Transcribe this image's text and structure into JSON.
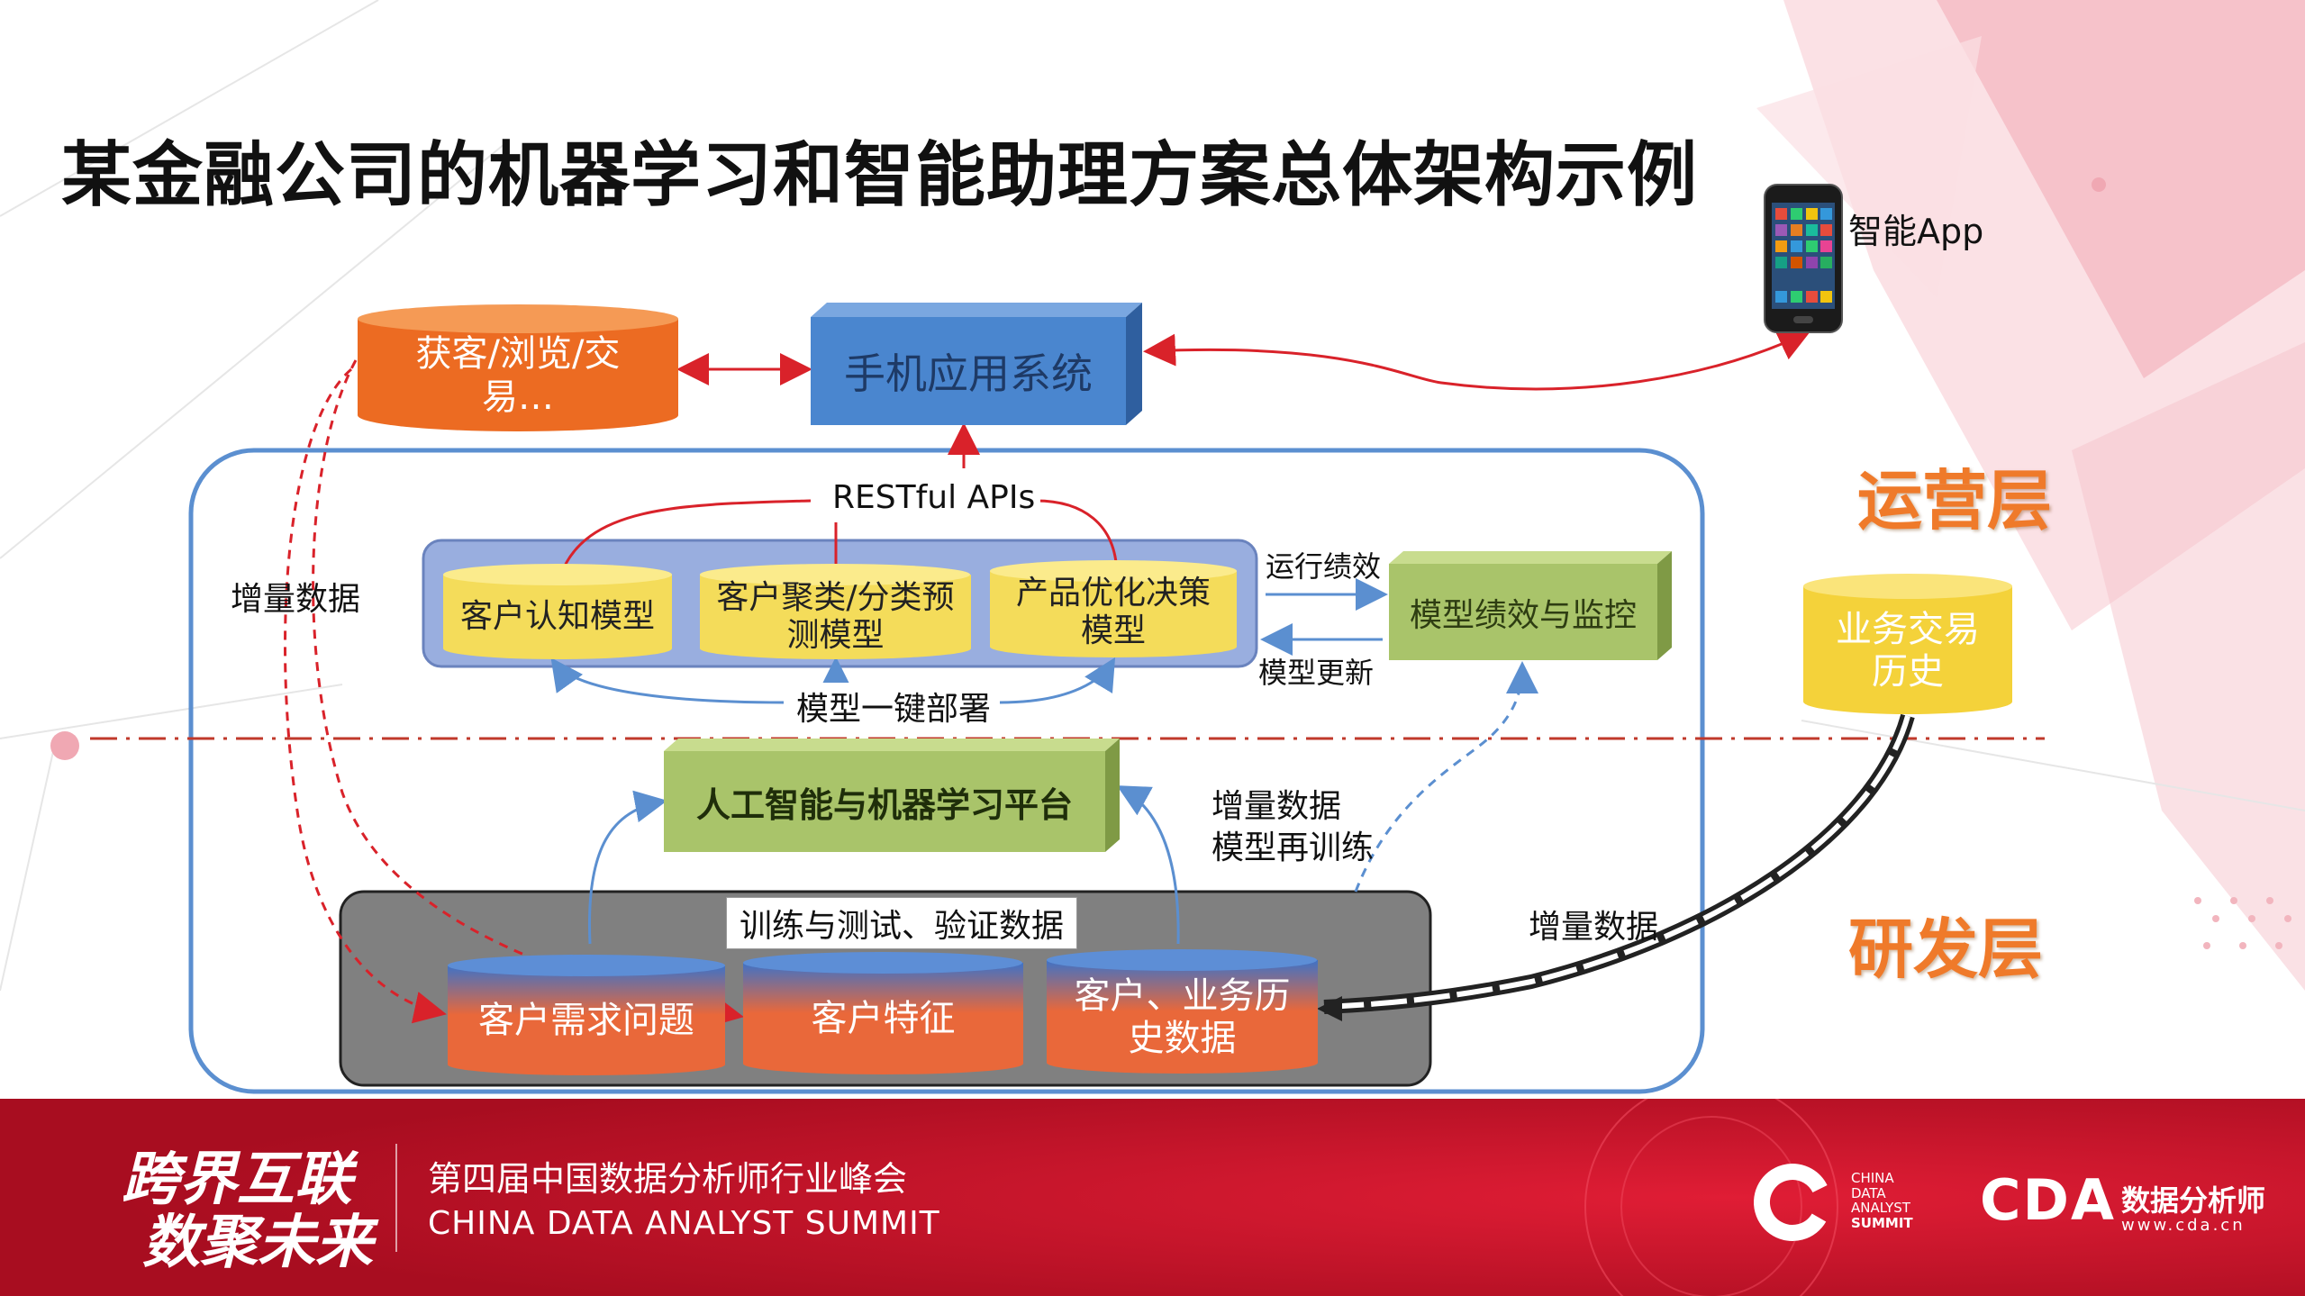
{
  "title": "某金融公司的机器学习和智能助理方案总体架构示例",
  "app": {
    "label": "智能App"
  },
  "nodes": {
    "acquire": "获客/浏览/交易…",
    "mobile_system": "手机应用系统",
    "restful": "RESTful APIs",
    "cust_cognition": "客户认知模型",
    "cust_cluster": "客户聚类/分类预测模型",
    "product_opt": "产品优化决策模型",
    "perf_monitor": "模型绩效与监控",
    "run_perf": "运行绩效",
    "model_update": "模型更新",
    "one_click_deploy": "模型一键部署",
    "ai_platform": "人工智能与机器学习平台",
    "incr_data_left": "增量数据",
    "incr_retrain_1": "增量数据",
    "incr_retrain_2": "模型再训练",
    "train_data": "训练与测试、验证数据",
    "cust_needs": "客户需求问题",
    "cust_features": "客户特征",
    "cust_history": "客户、业务历史数据",
    "biz_history": "业务交易历史",
    "incr_data_right": "增量数据"
  },
  "layers": {
    "ops": "运营层",
    "rnd": "研发层"
  },
  "footer": {
    "slogan_1": "跨界互联",
    "slogan_2": "数聚未来",
    "summit_cn": "第四届中国数据分析师行业峰会",
    "summit_en": "CHINA DATA ANALYST SUMMIT",
    "logo_lines": [
      "CHINA",
      "DATA",
      "ANALYST",
      "SUMMIT"
    ],
    "cda": "CDA",
    "cda_cn": "数据分析师",
    "cda_url": "www.cda.cn"
  },
  "colors": {
    "orange": "#ee7b2c",
    "blue_box": "#4f87c9",
    "green_box": "#a9c46a",
    "yellow": "#f6df5a",
    "layer_text": "#ef7a2a",
    "footer_red": "#c8102e"
  }
}
